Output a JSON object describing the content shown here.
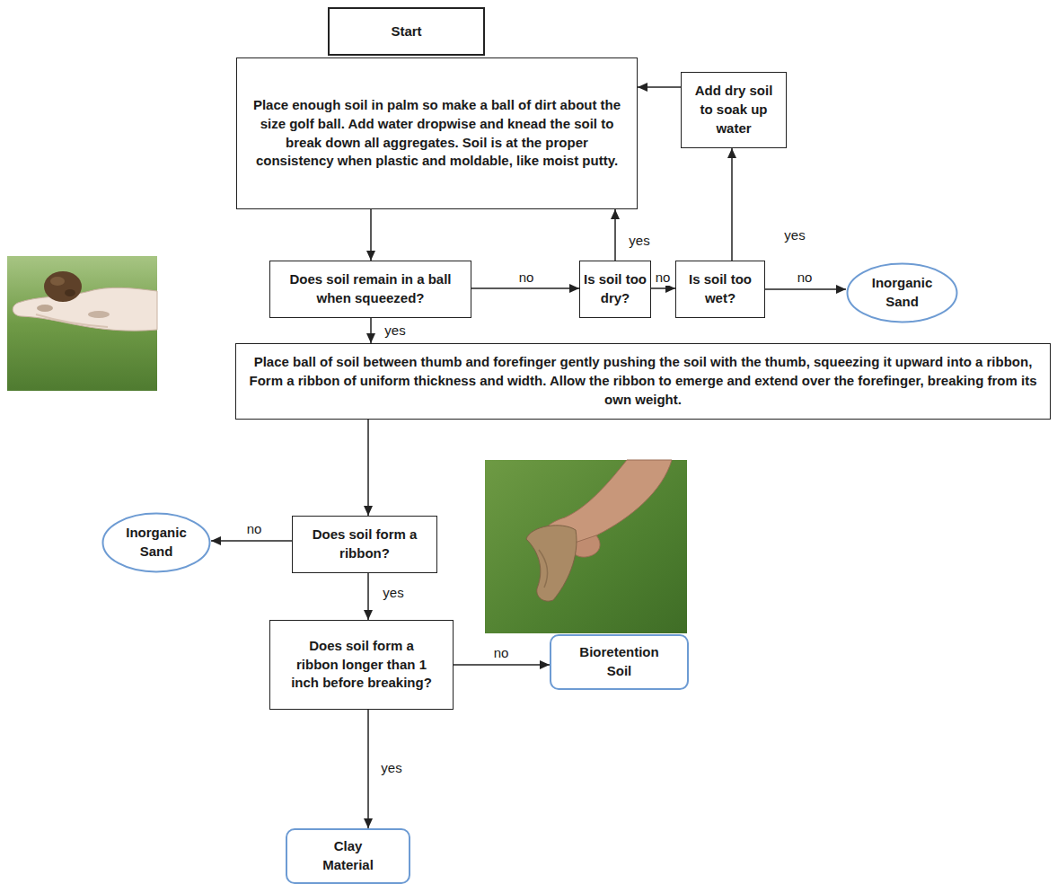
{
  "diagram": {
    "nodes": [
      {
        "text": [
          "Start"
        ]
      },
      {
        "text": [
          "Place enough soil in palm so make a ball of dirt about the size golf ball. Add water dropwise and knead the soil to break down all aggregates. Soil is at the proper consistency when plastic and moldable, like moist putty."
        ]
      },
      {
        "text": [
          "Add dry soil to soak up water"
        ]
      },
      {
        "text": [
          "Does soil remain in a ball when squeezed?"
        ]
      },
      {
        "text": [
          "Is soil too dry?"
        ]
      },
      {
        "text": [
          "Is soil too wet?"
        ]
      },
      {
        "text": [
          "Inorganic Sand"
        ]
      },
      {
        "text": [
          "Place ball of soil between thumb and forefinger gently pushing the soil with the thumb, squeezing it upward into a ribbon, Form a ribbon of uniform thickness and width. Allow the ribbon to emerge and extend over the forefinger, breaking from its own weight."
        ]
      },
      {
        "text": [
          "Inorganic Sand"
        ]
      },
      {
        "text": [
          "Does soil form a ribbon?"
        ]
      },
      {
        "text": [
          "Does soil form a ribbon longer than 1 inch before breaking?"
        ]
      },
      {
        "text": [
          "Bioretention Soil"
        ]
      },
      {
        "text": [
          "Clay Material"
        ]
      }
    ],
    "edges": [
      {
        "from": 1,
        "to": 3,
        "arrow": "to"
      },
      {
        "from": 3,
        "to": 4,
        "label": "no",
        "arrow": "to"
      },
      {
        "from": 4,
        "to": 1,
        "label": "yes",
        "arrow": "to"
      },
      {
        "from": 4,
        "to": 5,
        "label": "no",
        "arrow": "to"
      },
      {
        "from": 5,
        "to": 2,
        "label": "yes",
        "arrow": "to"
      },
      {
        "from": 5,
        "to": 6,
        "label": "no",
        "arrow": "to"
      },
      {
        "from": 2,
        "to": 1,
        "arrow": "to"
      },
      {
        "from": 3,
        "to": 7,
        "label": "yes",
        "arrow": "to"
      },
      {
        "from": 7,
        "to": 9,
        "arrow": "to"
      },
      {
        "from": 9,
        "to": 8,
        "label": "no",
        "arrow": "to"
      },
      {
        "from": 9,
        "to": 10,
        "label": "yes",
        "arrow": "to"
      },
      {
        "from": 10,
        "to": 11,
        "label": "no",
        "arrow": "to"
      },
      {
        "from": 10,
        "to": 12,
        "label": "yes",
        "arrow": "to"
      }
    ]
  }
}
